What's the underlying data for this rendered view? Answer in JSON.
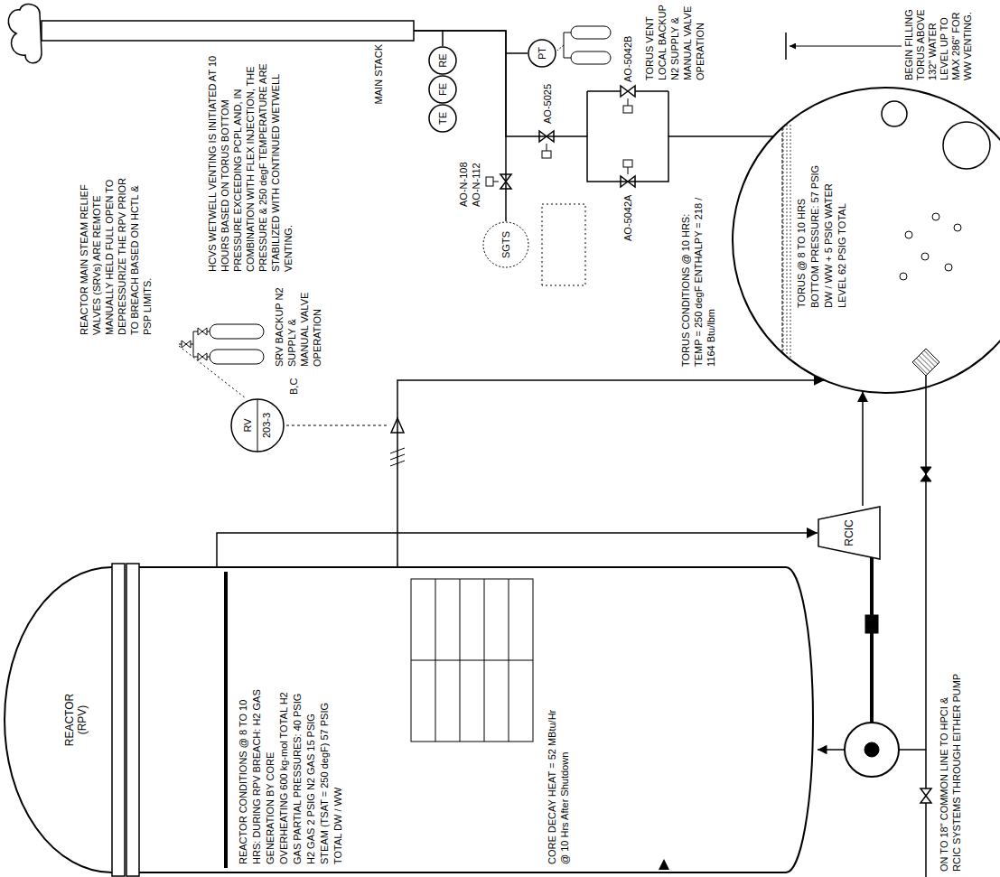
{
  "diagram": {
    "nodes": [
      {
        "text": [
          "REACTOR (RPV)",
          "REACTOR CONDITIONS @ 8 TO 10 HRS: DURING RPV BREACH: H2 GAS GENERATION BY CORE OVERHEATING 600 kg-mol TOTAL H2 GAS PARTIAL PRESSURES: 40 PSIG H2 GAS 2 PSIG N2 GAS 15 PSIG STEAM (TSAT = 250 degF) 57 PSIG TOTAL DW / WW",
          "CORE DECAY HEAT = 52 MBtu/Hr @ 10 Hrs After Shutdown"
        ]
      },
      {
        "text": [
          "RV",
          "203-3"
        ]
      },
      {
        "text": [
          "RCIC"
        ]
      },
      {
        "text": [
          "TORUS @ 8 TO 10 HRS BOTTOM PRESSURE: 57 PSIG DW / WW + 5 PSIG WATER LEVEL 62 PSIG TOTAL"
        ]
      },
      {
        "text": [
          "MAIN STACK"
        ]
      },
      {
        "text": [
          "TE"
        ]
      },
      {
        "text": [
          "FE"
        ]
      },
      {
        "text": [
          "RE"
        ]
      },
      {
        "text": [
          "PT"
        ]
      },
      {
        "text": [
          "SGTS"
        ]
      }
    ],
    "edges": [
      {
        "from": 0,
        "to": 2,
        "arrow": "to"
      },
      {
        "from": 2,
        "to": 3,
        "arrow": "to"
      },
      {
        "from": 0,
        "to": 3,
        "arrow": "to"
      },
      {
        "from": 3,
        "to": 4,
        "arrow": "none"
      },
      {
        "from": 9,
        "to": 4,
        "arrow": "none"
      }
    ],
    "labels": [
      "REACTOR MAIN STEAM RELIEF VALVES (SRVs) ARE REMOTE MANUALLY HELD FULL OPEN TO DEPRESSURIZE THE RPV PRIOR TO BREACH BASED ON HCTL & PSP LIMITS.",
      "HCVS WETWELL VENTING IS INITIATED AT 10 HOURS BASED ON TORUS BOTTOM PRESSURE EXCEEDING PCPL AND, IN COMBINATION WITH FLEX INJECTION, THE PRESSURE & 250 degF TEMPERATURE ARE STABILIZED WITH CONTINUED WETWELL VENTING.",
      "B,C",
      "SRV BACKUP N2 SUPPLY & MANUAL VALVE OPERATION",
      "AO-N-108",
      "AO-N-112",
      "AO-5025",
      "AO-5042A",
      "AO-5042B",
      "TORUS CONDITIONS @ 10 HRS: TEMP = 250 degF ENTHALPY = 218 / 1164 Btu/lbm",
      "TORUS VENT LOCAL BACKUP N2 SUPPLY & MANUAL VALVE OPERATION",
      "BEGIN FILLING TORUS ABOVE 132\" WATER LEVEL UP TO MAX 286\" FOR WW VENTING.",
      "ON TO 18\" COMMON LINE TO HPCI & RCIC SYSTEMS THROUGH EITHER PUMP"
    ]
  }
}
